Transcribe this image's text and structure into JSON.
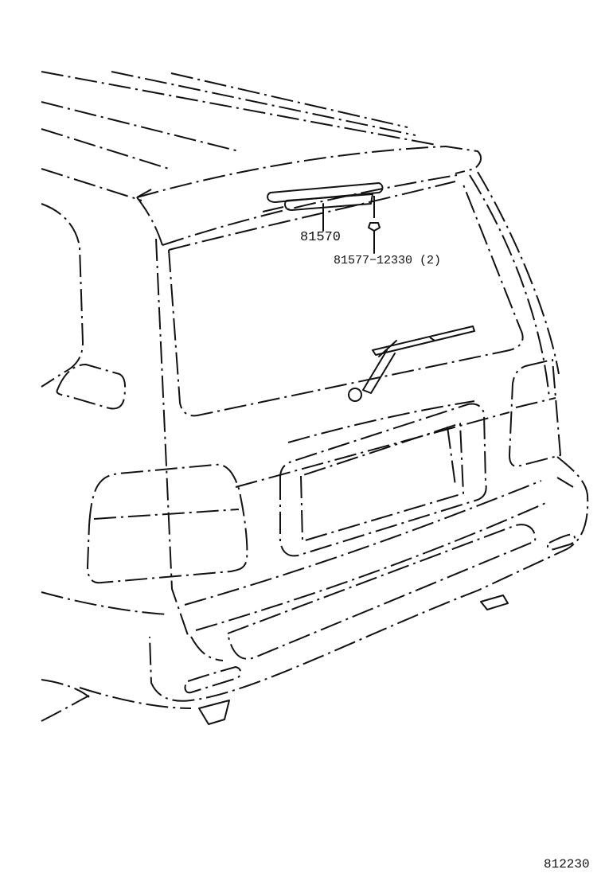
{
  "diagram": {
    "parts": [
      {
        "number": "81570"
      },
      {
        "number": "81577−12330 (2)"
      }
    ],
    "illustration_number": "812230"
  }
}
